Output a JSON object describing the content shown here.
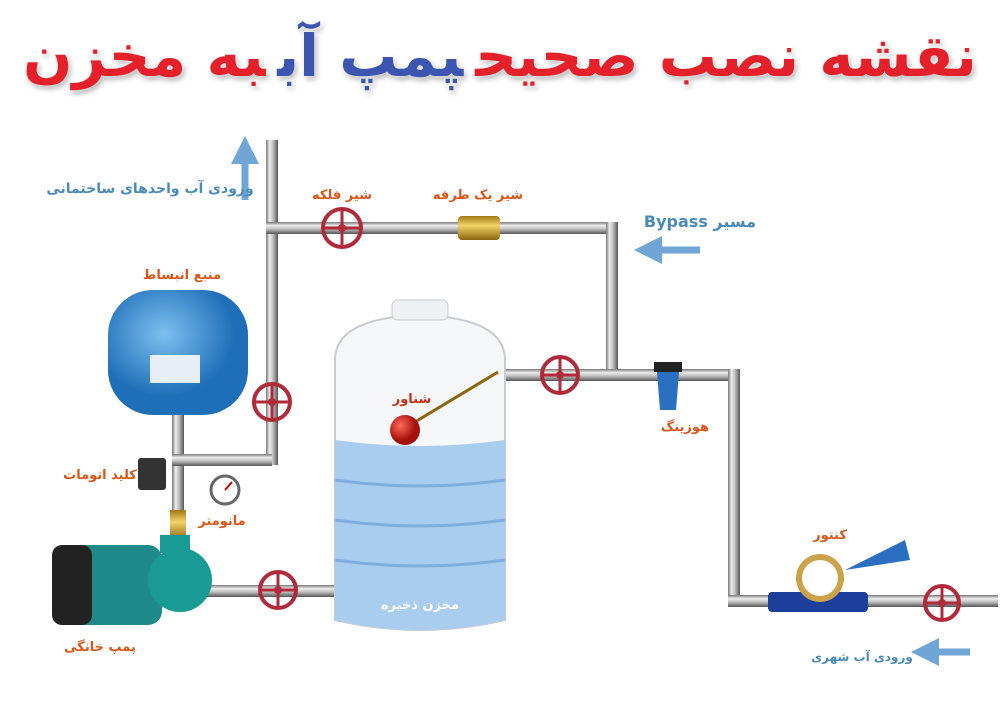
{
  "title": {
    "part1": "نقشه نصب صحیح",
    "part2": "پمپ آب",
    "part3": "به مخزن"
  },
  "labels": {
    "building_inlet": "ورودی آب واحدهای ساختمانی",
    "gate_valve": "شیر فلکه",
    "check_valve": "شیر یک طرفه",
    "bypass": "مسیر Bypass",
    "expansion_tank": "منبع انبساط",
    "float": "شناور",
    "housing": "هوزینگ",
    "pressure_switch": "کلید اتومات",
    "manometer": "مانومتر",
    "pump": "پمپ خانگی",
    "storage_tank": "مخزن ذخیره",
    "meter": "کنتور",
    "city_inlet": "ورودی آب شهری"
  },
  "colors": {
    "title_red": "#e4202b",
    "title_blue": "#3b55b0",
    "label_orange": "#d9561a",
    "arrow_blue": "#6fa6d6",
    "valve_red": "#b02a3a",
    "tank_blue": "#3d8fd6",
    "water": "#a9cdef"
  }
}
